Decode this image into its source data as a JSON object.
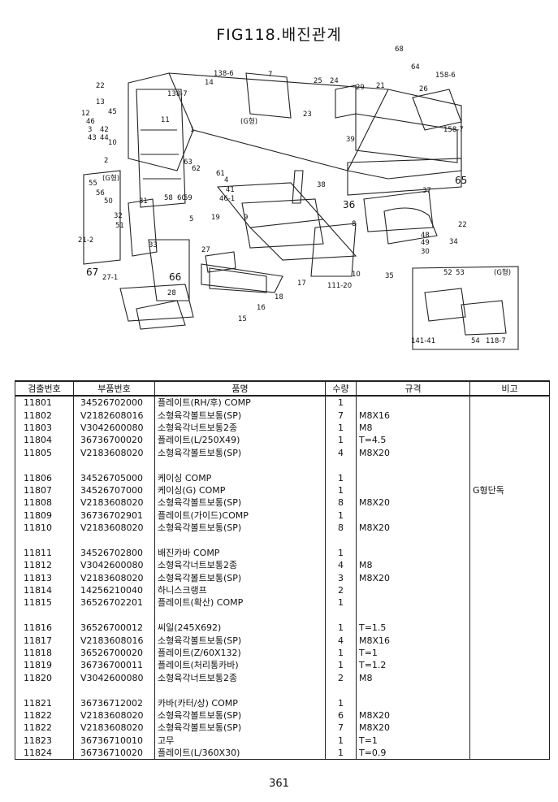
{
  "title": "FIG118.배진관계",
  "page_number": "361",
  "diagram_labels": {
    "callouts": [
      "22",
      "13",
      "45",
      "12",
      "46",
      "3",
      "42",
      "43",
      "44",
      "11",
      "10",
      "2",
      "138-7",
      "14",
      "138-6",
      "7",
      "(G형)",
      "25",
      "24",
      "21",
      "68",
      "64",
      "158-6",
      "26",
      "23",
      "158-7",
      "39",
      "65",
      "63",
      "62",
      "61",
      "4",
      "41",
      "5",
      "19",
      "60",
      "58",
      "59",
      "46-1",
      "37",
      "38",
      "36",
      "9",
      "(G형)",
      "55",
      "56",
      "50",
      "32",
      "51",
      "21-2",
      "67",
      "31",
      "33",
      "8",
      "22",
      "48",
      "49",
      "34",
      "30",
      "27",
      "66",
      "27-1",
      "28",
      "10",
      "35",
      "17",
      "111-20",
      "18",
      "16",
      "15",
      "52",
      "53",
      "(G형)",
      "141-41",
      "54",
      "118-7",
      "1",
      "29"
    ]
  },
  "table": {
    "headers": [
      "검출번호",
      "부품번호",
      "품명",
      "수량",
      "규격",
      "비고"
    ],
    "rows": [
      [
        "11801",
        "34526702000",
        "플레이트(RH/후) COMP",
        "1",
        "",
        ""
      ],
      [
        "11802",
        "V2182608016",
        "소형육각볼트보통(SP)",
        "7",
        "M8X16",
        ""
      ],
      [
        "11803",
        "V3042600080",
        "소형육각너트보통2종",
        "1",
        "M8",
        ""
      ],
      [
        "11804",
        "36736700020",
        "플레이트(L/250X49)",
        "1",
        "T=4.5",
        ""
      ],
      [
        "11805",
        "V2183608020",
        "소형육각볼트보통(SP)",
        "4",
        "M8X20",
        ""
      ],
      [
        "",
        "",
        "",
        "",
        "",
        ""
      ],
      [
        "11806",
        "34526705000",
        "케이싱 COMP",
        "1",
        "",
        ""
      ],
      [
        "11807",
        "34526707000",
        "케이싱(G) COMP",
        "1",
        "",
        "G형단독"
      ],
      [
        "11808",
        "V2183608020",
        "소형육각볼트보통(SP)",
        "8",
        "M8X20",
        ""
      ],
      [
        "11809",
        "36736702901",
        "플레이트(가이드)COMP",
        "1",
        "",
        ""
      ],
      [
        "11810",
        "V2183608020",
        "소형육각볼트보통(SP)",
        "8",
        "M8X20",
        ""
      ],
      [
        "",
        "",
        "",
        "",
        "",
        ""
      ],
      [
        "11811",
        "34526702800",
        "배진카바 COMP",
        "1",
        "",
        ""
      ],
      [
        "11812",
        "V3042600080",
        "소형육각너트보통2종",
        "4",
        "M8",
        ""
      ],
      [
        "11813",
        "V2183608020",
        "소형육각볼트보통(SP)",
        "3",
        "M8X20",
        ""
      ],
      [
        "11814",
        "14256210040",
        "하니스크랭프",
        "2",
        "",
        ""
      ],
      [
        "11815",
        "36526702201",
        "플레이트(확산) COMP",
        "1",
        "",
        ""
      ],
      [
        "",
        "",
        "",
        "",
        "",
        ""
      ],
      [
        "11816",
        "36526700012",
        "씨일(245X692)",
        "1",
        "T=1.5",
        ""
      ],
      [
        "11817",
        "V2183608016",
        "소형육각볼트보통(SP)",
        "4",
        "M8X16",
        ""
      ],
      [
        "11818",
        "36526700020",
        "플레이트(Z/60X132)",
        "1",
        "T=1",
        ""
      ],
      [
        "11819",
        "36736700011",
        "플레이트(처리통카바)",
        "1",
        "T=1.2",
        ""
      ],
      [
        "11820",
        "V3042600080",
        "소형육각너트보통2종",
        "2",
        "M8",
        ""
      ],
      [
        "",
        "",
        "",
        "",
        "",
        ""
      ],
      [
        "11821",
        "36736712002",
        "카바(카터/상) COMP",
        "1",
        "",
        ""
      ],
      [
        "11822",
        "V2183608020",
        "소형육각볼트보통(SP)",
        "6",
        "M8X20",
        ""
      ],
      [
        "11822",
        "V2183608020",
        "소형육각볼트보통(SP)",
        "7",
        "M8X20",
        ""
      ],
      [
        "11823",
        "36736710010",
        "고무",
        "1",
        "T=1",
        ""
      ],
      [
        "11824",
        "36736710020",
        "플레이트(L/360X30)",
        "1",
        "T=0.9",
        ""
      ]
    ]
  }
}
